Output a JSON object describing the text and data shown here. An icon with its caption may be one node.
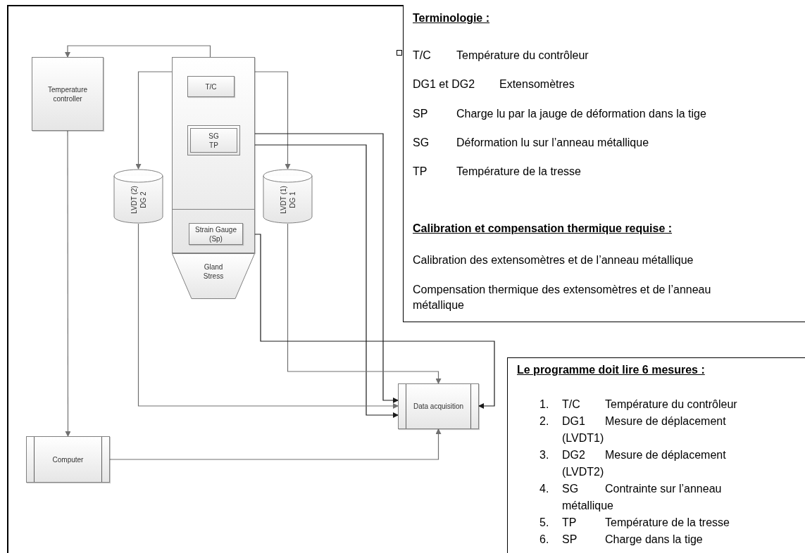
{
  "diagram": {
    "nodes": [
      {
        "text": [
          "Temperature controller"
        ]
      },
      {
        "text": [],
        "shape": "box"
      },
      {
        "text": [
          "T/C"
        ],
        "in": 1
      },
      {
        "text": [
          "SG TP"
        ],
        "in": 1
      },
      {
        "text": [
          "LVDT (2) DG 2"
        ]
      },
      {
        "text": [
          "LVDT (1) DG 1"
        ]
      },
      {
        "text": [
          "Strain Gauge (Sp)"
        ],
        "in": 1
      },
      {
        "text": [
          "Gland Stress"
        ]
      },
      {
        "text": [
          "Data acquisition"
        ]
      },
      {
        "text": [
          "Computer"
        ]
      },
      {
        "text": [
          "Terminologie :",
          "T/C",
          "Température du contrôleur",
          "DG1 et DG2",
          "Extensomètres",
          "SP",
          "Charge lu par la jauge de déformation dans la tige",
          "SG",
          "Déformation lu sur l’anneau métallique",
          "TP",
          "Température de la tresse",
          "Calibration et compensation thermique requise :",
          "Calibration des extensomètres et de l’anneau métallique",
          "Compensation thermique des extensomètres et de l’anneau métallique"
        ]
      },
      {
        "text": [
          "Le programme doit lire 6 mesures :",
          "1.",
          "T/C",
          "Température du contrôleur",
          "2.",
          "DG1",
          "Mesure de déplacement (LVDT1)",
          "3.",
          "DG2",
          "Mesure de déplacement (LVDT2)",
          "4.",
          "SG",
          "Contrainte sur l’anneau métallique",
          "5.",
          "TP",
          "Température de la tresse",
          "6.",
          "SP",
          "Charge dans la tige"
        ]
      }
    ],
    "edges": [
      {
        "from": 2,
        "to": 0,
        "arrow": "to"
      },
      {
        "from": 1,
        "to": 4,
        "arrow": "to"
      },
      {
        "from": 1,
        "to": 5,
        "arrow": "to"
      },
      {
        "from": 3,
        "to": 8,
        "arrow": "to",
        "color": "#1a1a1a"
      },
      {
        "from": 3,
        "to": 8,
        "arrow": "to",
        "color": "#1a1a1a"
      },
      {
        "from": 4,
        "to": 8,
        "arrow": "to"
      },
      {
        "from": 5,
        "to": 8,
        "arrow": "to"
      },
      {
        "from": 6,
        "to": 8,
        "arrow": "to",
        "color": "#1a1a1a"
      },
      {
        "from": 0,
        "to": 9,
        "arrow": "to"
      },
      {
        "from": 9,
        "to": 8,
        "arrow": "to"
      }
    ]
  }
}
